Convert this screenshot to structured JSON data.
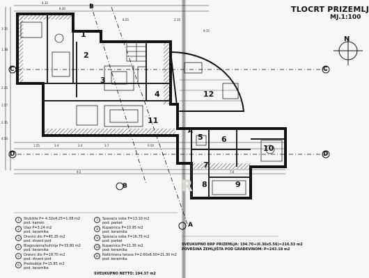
{
  "plan": {
    "title": "TLOCRT PRIZEMLJA",
    "scale": "MJ.1:100",
    "north_label": "N",
    "section_labels": [
      "C",
      "C",
      "D",
      "D",
      "A",
      "A",
      "B",
      "B"
    ],
    "room_numbers": [
      "1",
      "2",
      "3",
      "4",
      "5",
      "6",
      "7",
      "8",
      "9",
      "10",
      "11",
      "12"
    ],
    "dimensions_top": [
      "4.35",
      "8.30",
      "6.55",
      "2.15",
      "9.15"
    ],
    "dimensions_left": [
      "3.35",
      "1.78",
      "2.25",
      "1.57",
      "2.75",
      "4.50"
    ],
    "dimensions_bottom": [
      "1.55",
      "3.4",
      "2.4",
      "3.7",
      "0.54",
      "9.5",
      "7.6"
    ]
  },
  "legend_left": [
    {
      "num": "1",
      "lines": [
        "Stubište P= 4.32x4.25=1.08 m2",
        "pod: kamen"
      ]
    },
    {
      "num": "2",
      "lines": [
        "Ulaz P=3.24 m2",
        "pod: keramika"
      ]
    },
    {
      "num": "3",
      "lines": [
        "Dnevni dio P=45.25 m2",
        "pod: drveni pod"
      ]
    },
    {
      "num": "4",
      "lines": [
        "Blagovaona/kuhinja P=33.80 m2",
        "pod: keramika"
      ]
    },
    {
      "num": "5",
      "lines": [
        "Dnevni dio P=19.70 m2",
        "pod: drveni pod"
      ]
    },
    {
      "num": "6",
      "lines": [
        "Predsoblje P=15.85 m2",
        "pod: keramika"
      ]
    }
  ],
  "legend_right": [
    {
      "num": "7",
      "lines": [
        "Spavaća soba P=13.10 m2",
        "pod: parket"
      ]
    },
    {
      "num": "8",
      "lines": [
        "Kupaonica P=10.95 m2",
        "pod: keramika"
      ]
    },
    {
      "num": "9",
      "lines": [
        "Spavaća soba P=16.75 m2",
        "pod: parket"
      ]
    },
    {
      "num": "10",
      "lines": [
        "Kupaonica P=11.35 m2",
        "pod: keramika"
      ]
    },
    {
      "num": "11",
      "lines": [
        "Natkrivena terasa P=2.60x8.50=21.30 m2",
        "pod: keramika"
      ]
    }
  ],
  "totals": {
    "net": "SVEUKUPNO NETTO: 194.37 m2",
    "gross_1": "SVEUKUPNO BRP PRIZEMLJA: 194.70+(6.36x5.56)=216.53 m2",
    "gross_2": "POVRŠINA ZEMLJIŠTA POD GRAĐEVINOM: P=243.18 m2"
  },
  "watermark": "R"
}
